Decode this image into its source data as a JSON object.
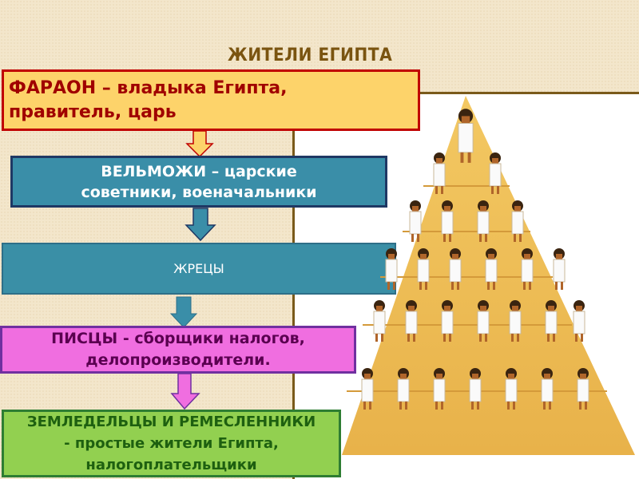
{
  "slide": {
    "title": "ЖИТЕЛИ ЕГИПТА",
    "levels": [
      {
        "lines": [
          "ФАРАОН – владыка Египта,",
          "правитель, царь"
        ]
      },
      {
        "lines": [
          "ВЕЛЬМОЖИ – царские",
          "советники, военачальники"
        ]
      },
      {
        "lines": [
          "ЖРЕЦЫ"
        ]
      },
      {
        "lines": [
          "ПИСЦЫ - сборщики налогов,",
          "делопроизводители."
        ]
      },
      {
        "lines": [
          "ЗЕМЛЕДЕЛЬЦЫ И РЕМЕСЛЕННИКИ",
          "- простые жители Египта,",
          "налогоплательщики"
        ]
      }
    ]
  },
  "colors": {
    "pharaoh_fill": "#fdd36a",
    "pharaoh_border": "#c00000",
    "nobles_fill": "#3a8ea8",
    "priests_fill": "#3a8fa6",
    "scribes_fill": "#f06ee0",
    "farmers_fill": "#92d050"
  }
}
